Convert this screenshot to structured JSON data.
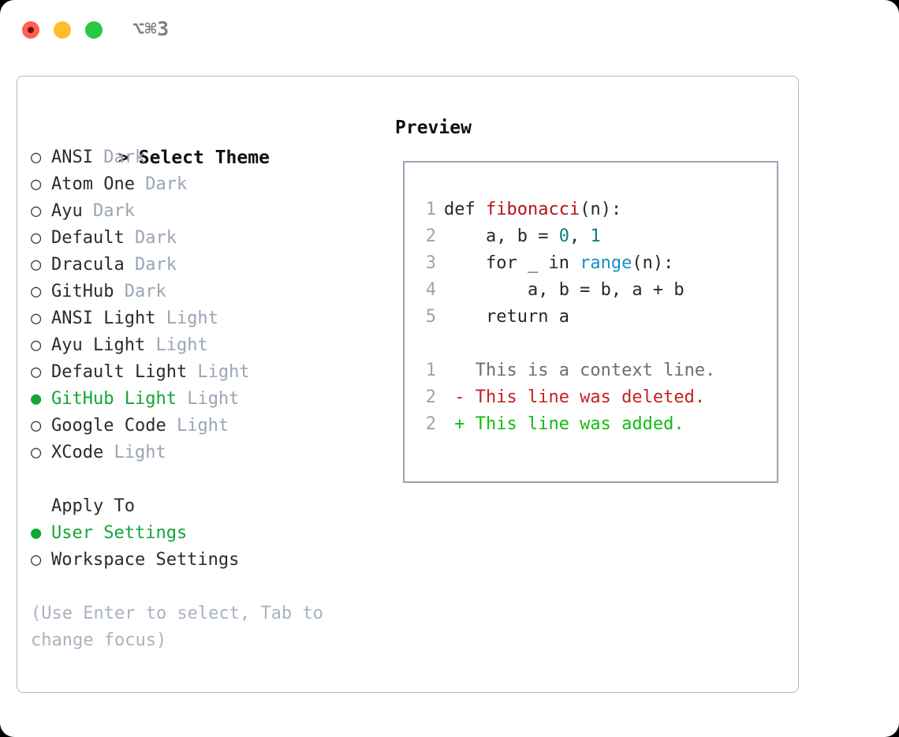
{
  "window": {
    "titlebar": {
      "shortcut": "⌥⌘3",
      "traffic_lights": [
        {
          "name": "close",
          "color": "#ff5f57"
        },
        {
          "name": "minimize",
          "color": "#febc2e"
        },
        {
          "name": "maximize",
          "color": "#28c840"
        }
      ]
    }
  },
  "theme_list": {
    "header": {
      "prefix": ">",
      "label": "Select Theme"
    },
    "items": [
      {
        "bullet": "○",
        "label": "ANSI",
        "tag": "Dark",
        "selected": false
      },
      {
        "bullet": "○",
        "label": "Atom One",
        "tag": "Dark",
        "selected": false
      },
      {
        "bullet": "○",
        "label": "Ayu",
        "tag": "Dark",
        "selected": false
      },
      {
        "bullet": "○",
        "label": "Default",
        "tag": "Dark",
        "selected": false
      },
      {
        "bullet": "○",
        "label": "Dracula",
        "tag": "Dark",
        "selected": false
      },
      {
        "bullet": "○",
        "label": "GitHub",
        "tag": "Dark",
        "selected": false
      },
      {
        "bullet": "○",
        "label": "ANSI Light",
        "tag": "Light",
        "selected": false
      },
      {
        "bullet": "○",
        "label": "Ayu Light",
        "tag": "Light",
        "selected": false
      },
      {
        "bullet": "○",
        "label": "Default Light",
        "tag": "Light",
        "selected": false
      },
      {
        "bullet": "●",
        "label": "GitHub Light",
        "tag": "Light",
        "selected": true
      },
      {
        "bullet": "○",
        "label": "Google Code",
        "tag": "Light",
        "selected": false
      },
      {
        "bullet": "○",
        "label": "XCode",
        "tag": "Light",
        "selected": false
      }
    ]
  },
  "apply_to": {
    "label": "Apply To",
    "items": [
      {
        "bullet": "●",
        "label": "User Settings",
        "selected": true
      },
      {
        "bullet": "○",
        "label": "Workspace Settings",
        "selected": false
      }
    ]
  },
  "hint": "(Use Enter to select, Tab to change focus)",
  "preview": {
    "title": "Preview",
    "code_lines": [
      {
        "num": "1",
        "tokens": [
          {
            "t": "def ",
            "c": "plain"
          },
          {
            "t": "fibonacci",
            "c": "fn"
          },
          {
            "t": "(n):",
            "c": "plain"
          }
        ]
      },
      {
        "num": "2",
        "tokens": [
          {
            "t": "    a, b = ",
            "c": "plain"
          },
          {
            "t": "0",
            "c": "num"
          },
          {
            "t": ", ",
            "c": "plain"
          },
          {
            "t": "1",
            "c": "num"
          }
        ]
      },
      {
        "num": "3",
        "tokens": [
          {
            "t": "    for _ in ",
            "c": "plain"
          },
          {
            "t": "range",
            "c": "builtin"
          },
          {
            "t": "(n):",
            "c": "plain"
          }
        ]
      },
      {
        "num": "4",
        "tokens": [
          {
            "t": "        a, b = b, a + b",
            "c": "plain"
          }
        ]
      },
      {
        "num": "5",
        "tokens": [
          {
            "t": "    return a",
            "c": "plain"
          }
        ]
      },
      {
        "num": "",
        "tokens": []
      },
      {
        "num": "1",
        "tokens": [
          {
            "t": "   This is a context line.",
            "c": "diff-ctx"
          }
        ]
      },
      {
        "num": "2",
        "tokens": [
          {
            "t": " - This line was deleted.",
            "c": "diff-del"
          }
        ]
      },
      {
        "num": "2",
        "tokens": [
          {
            "t": " + This line was added.",
            "c": "diff-add"
          }
        ]
      }
    ]
  },
  "colors": {
    "accent_green": "#13a538",
    "tag_gray": "#9aa5b4",
    "hint_gray": "#a8b2c0",
    "panel_border": "#b2bac6",
    "preview_border": "#9aa5b4",
    "syntax_function": "#b5121b",
    "syntax_number": "#0d7d7d",
    "syntax_builtin": "#128fc4",
    "diff_context": "#6a6f76",
    "diff_deleted": "#c62121",
    "diff_added": "#12bb12"
  }
}
